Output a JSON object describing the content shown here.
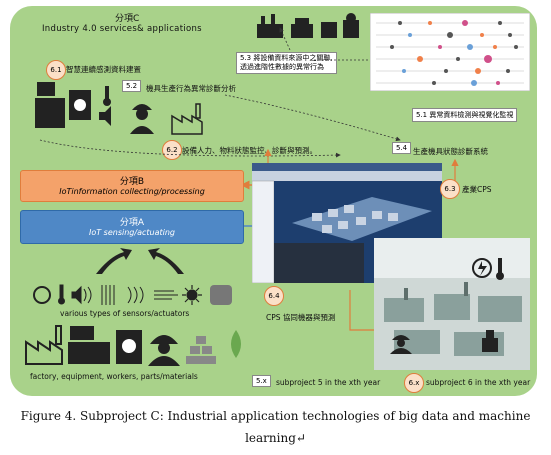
{
  "subproject_c": {
    "title": "分項C",
    "subtitle": "Industry 4.0 services& applications"
  },
  "subproject_b": {
    "title": "分項B",
    "subtitle": "IoTinformation collecting/processing"
  },
  "subproject_a": {
    "title": "分項A",
    "subtitle": "IoT sensing/actuating"
  },
  "items": {
    "i61_num": "6.1",
    "i61_text": "智慧連續感測資料建置",
    "i52_num": "5.2",
    "i52_text": "機具生產行為異常診斷分析",
    "i53_num": "5.3",
    "i53_text": "將設備資料來源中之關聯,\n透過進階性數據的異常行為",
    "i51_num": "5.1",
    "i51_text": "異常資料檢測與視覺化監視",
    "i62_num": "6.2",
    "i62_text": "設備人力、物料狀態監控、診斷與預測。",
    "i54_num": "5.4",
    "i54_text": "生產機具狀態診斷系統",
    "i63_num": "6.3",
    "i63_text": "產業CPS",
    "i64_num": "6.4",
    "i64_text": "CPS 協同機器與預測"
  },
  "sensors_caption": "various types of sensors/actuators",
  "factory_caption": "factory, equipment, workers, parts/materials",
  "legend": {
    "box5": "5.x",
    "box5_text": "subproject 5 in the xth year",
    "box6": "6.x",
    "box6_text": "subproject 6 in the xth year"
  },
  "caption": {
    "line1": "Figure 4. Subproject C: Industrial application technologies of big data and machine",
    "line2": "learning↵"
  },
  "colors": {
    "green_panel": "#a9d28a",
    "orange_box": "#f4a26a",
    "blue_box": "#4f88c6",
    "arrow_orange": "#e07d3c"
  }
}
